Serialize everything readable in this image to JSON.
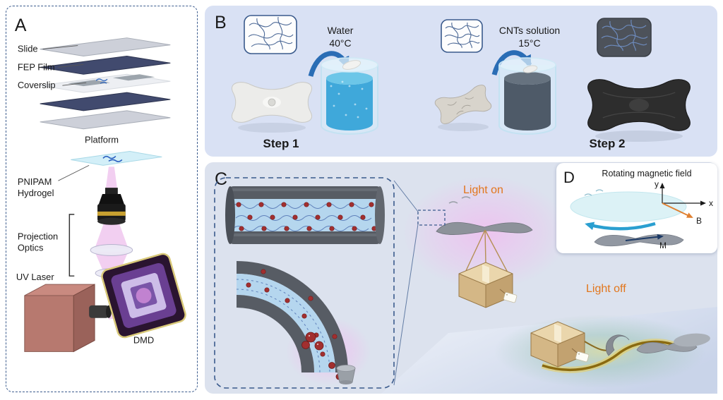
{
  "panel_a": {
    "label": "A",
    "slide_label": "Slide",
    "fep_label": "FEP Film",
    "coverslip_label": "Coverslip",
    "platform_label": "Platform",
    "hydrogel_line1": "PNIPAM",
    "hydrogel_line2": "Hydrogel",
    "optics_line1": "Projection",
    "optics_line2": "Optics",
    "laser_label": "UV Laser",
    "dmd_label": "DMD"
  },
  "panel_b": {
    "label": "B",
    "step1": {
      "cond_line1": "Water",
      "cond_line2": "40°C",
      "name": "Step 1"
    },
    "step2": {
      "cond_line1": "CNTs solution",
      "cond_line2": "15°C",
      "name": "Step 2"
    }
  },
  "panel_c": {
    "label": "C",
    "light_on": "Light on",
    "light_off": "Light off"
  },
  "panel_d": {
    "label": "D",
    "title": "Rotating magnetic field",
    "axis_x": "x",
    "axis_y": "y",
    "field": "B",
    "magnetization": "M"
  },
  "colors": {
    "panel_b_bg": "#d9e1f4",
    "panel_c_bg": "#dce2ee",
    "panel_d_bg": "#ffffff",
    "dashed_outline": "#3c5c8e",
    "accent_orange": "#e2761c",
    "arrow_blue": "#2a6db5",
    "beam_pink": "#e294de",
    "hydrogel_blue": "#b5d6ee",
    "tube_wall_gray": "#575c64",
    "particle_red": "#a22f2f",
    "magnetic_field_arrow": "#e08030",
    "magnetization_arrow": "#1c3a66",
    "rotation_arrow_cyan": "#2a9fd0"
  }
}
